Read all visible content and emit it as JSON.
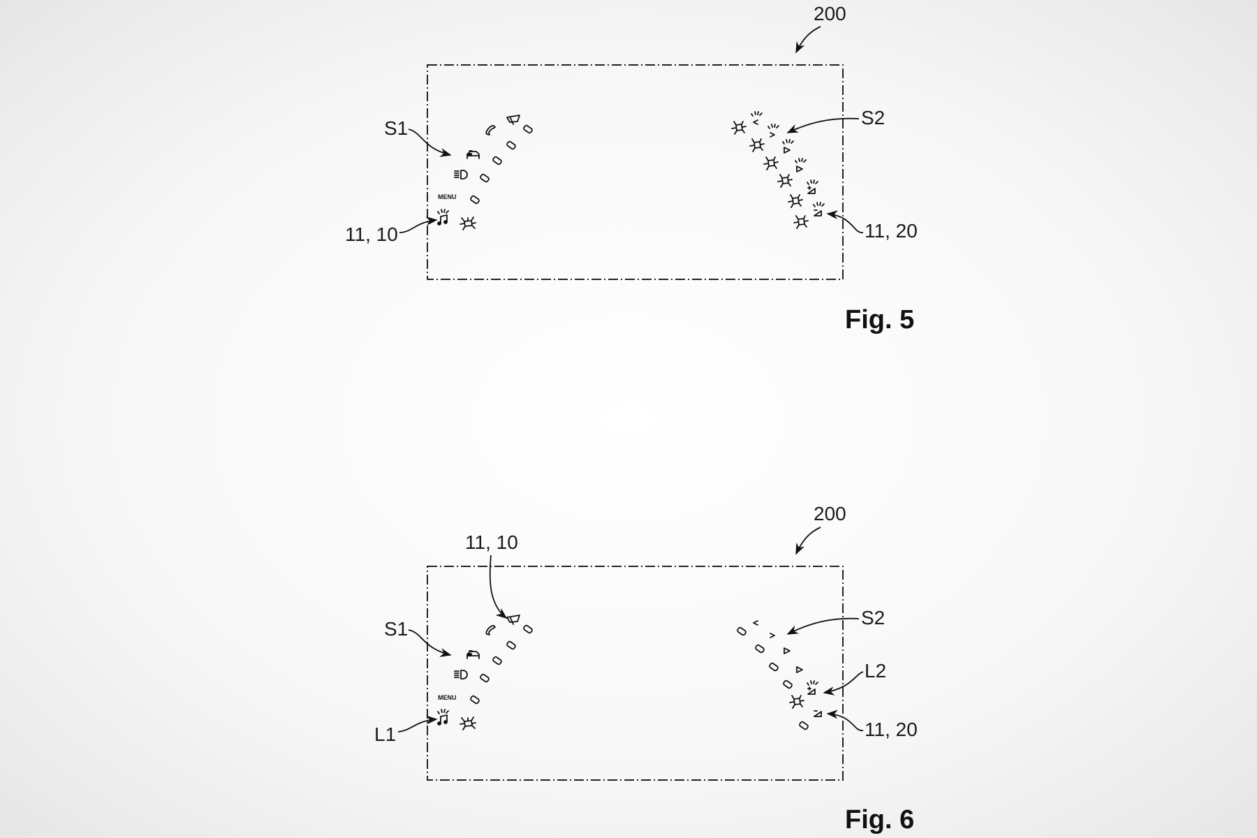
{
  "figures": [
    {
      "caption": "Fig. 5",
      "display_ref": "200",
      "labels": {
        "s1": "S1",
        "s2": "S2",
        "left_element": "11, 10",
        "right_element": "11, 20"
      },
      "left_menu_text": "MENU"
    },
    {
      "caption": "Fig. 6",
      "display_ref": "200",
      "labels": {
        "s1": "S1",
        "s2": "S2",
        "top_element": "11, 10",
        "l1": "L1",
        "l2": "L2",
        "right_element": "11, 20"
      },
      "left_menu_text": "MENU"
    }
  ],
  "icons": [
    "wiper-icon",
    "phone-icon",
    "car-icon",
    "headlight-icon",
    "music-icon",
    "ambient-light-icon",
    "bug-light-icon",
    "chevron-icon",
    "slot-button-icon"
  ]
}
